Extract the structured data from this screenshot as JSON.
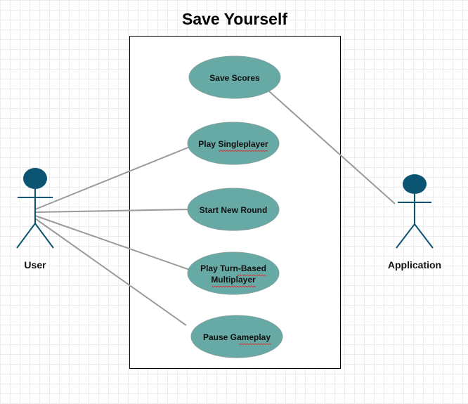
{
  "diagram": {
    "title": "Save Yourself",
    "actors": {
      "user": "User",
      "application": "Application"
    },
    "use_cases": {
      "save_scores": "Save Scores",
      "play_singleplayer": "Play Singleplayer",
      "start_new_round": "Start New Round",
      "play_turn_based_line1": "Play Turn-Based",
      "play_turn_based_line2": "Multiplayer",
      "pause_gameplay": "Pause Gameplay"
    },
    "colors": {
      "use_case_fill": "#67a9a5",
      "actor": "#0b5472",
      "association_line": "#9a9a9a",
      "spellcheck_underline": "#d23a3a"
    }
  }
}
